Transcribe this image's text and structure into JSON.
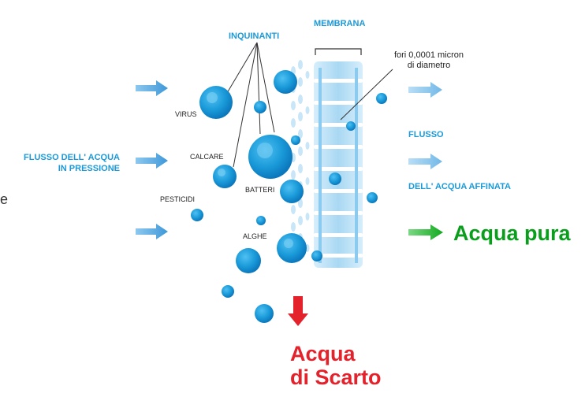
{
  "labels": {
    "inquinanti": "INQUINANTI",
    "membrana": "MEMBRANA",
    "fori_line1": "fori 0,0001 micron",
    "fori_line2": "di diametro",
    "flusso_in_line1": "FLUSSO DELL' ACQUA",
    "flusso_in_line2": "IN PRESSIONE",
    "flusso_out_line1": "FLUSSO",
    "flusso_out_line2": "DELL' ACQUA AFFINATA",
    "virus": "VIRUS",
    "calcare": "CALCARE",
    "batteri": "BATTERI",
    "pesticidi": "PESTICIDI",
    "alghe": "ALGHE",
    "acqua_pura": "Acqua pura",
    "scarto_line1": "Acqua",
    "scarto_line2": "di Scarto",
    "edge_fragment": "e"
  },
  "colors": {
    "label_blue": "#1a9ad9",
    "sphere": "#1a9ad9",
    "membrane": "#bfe2f6",
    "arrow_blue": "#4aa3de",
    "arrow_green": "#18b526",
    "text_green": "#0a9e1c",
    "arrow_red": "#e3222b"
  }
}
